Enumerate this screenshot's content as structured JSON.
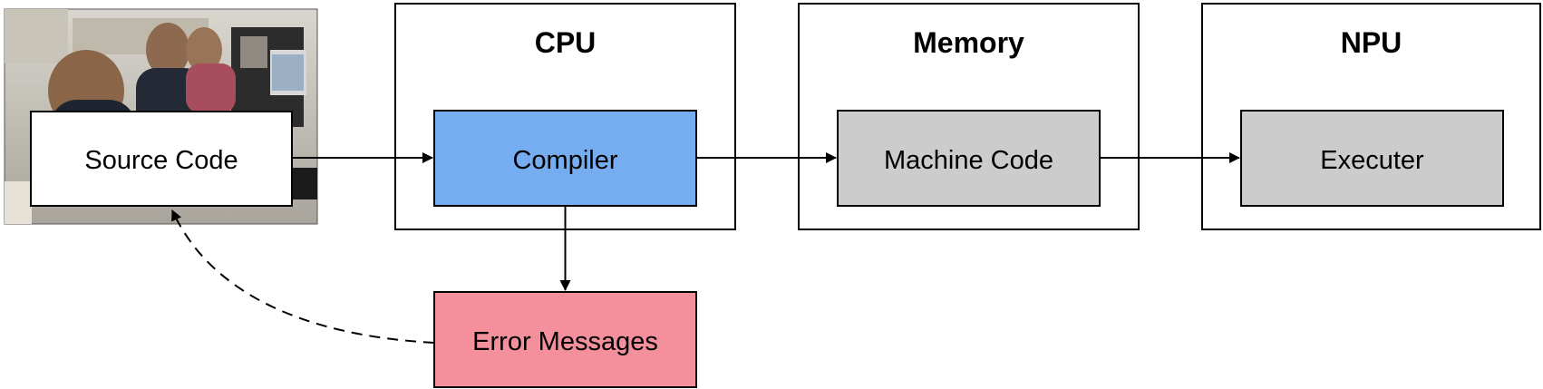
{
  "photo": {
    "description": "people-photo"
  },
  "nodes": {
    "source_code": "Source Code",
    "compiler": "Compiler",
    "machine_code": "Machine Code",
    "executer": "Executer",
    "error_messages": "Error Messages"
  },
  "containers": {
    "cpu": "CPU",
    "memory": "Memory",
    "npu": "NPU"
  },
  "colors": {
    "compiler_fill": "#76adf0",
    "gray_fill": "#cccccc",
    "error_fill": "#f48f9c",
    "white_fill": "#ffffff",
    "stroke": "#000000"
  }
}
